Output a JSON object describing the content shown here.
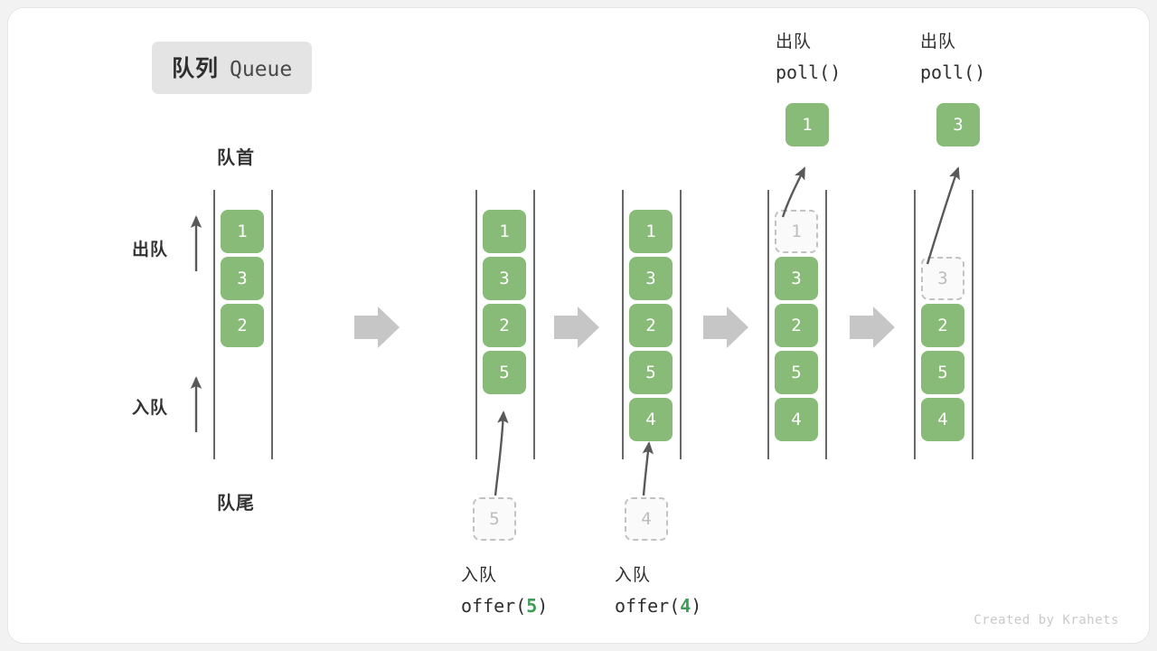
{
  "title": {
    "cn": "队列",
    "en": "Queue"
  },
  "labels": {
    "head": "队首",
    "tail": "队尾",
    "dequeue_side": "出队",
    "enqueue_side": "入队"
  },
  "colors": {
    "cell_green": "#88bb77",
    "ghost_border": "#c2c2c2",
    "ghost_text": "#bdbdbd",
    "rail": "#4d4d4d",
    "step_arrow": "#c6c6c6",
    "badge_bg": "#e4e4e4",
    "code_number": "#3f9c54",
    "card_bg": "#ffffff",
    "page_bg": "#f2f2f2"
  },
  "columns": [
    {
      "id": "state-initial",
      "slots": [
        "1",
        "3",
        "2",
        "",
        ""
      ],
      "ghost_index": -1,
      "empty_leading": 0
    },
    {
      "id": "state-after-offer-5",
      "slots": [
        "1",
        "3",
        "2",
        "5",
        ""
      ],
      "ghost_index": -1,
      "empty_leading": 0
    },
    {
      "id": "state-after-offer-4",
      "slots": [
        "1",
        "3",
        "2",
        "5",
        "4"
      ],
      "ghost_index": -1,
      "empty_leading": 0
    },
    {
      "id": "state-after-poll-1",
      "slots": [
        "1",
        "3",
        "2",
        "5",
        "4"
      ],
      "ghost_index": 0,
      "empty_leading": 0
    },
    {
      "id": "state-after-poll-3",
      "slots": [
        "",
        "3",
        "2",
        "5",
        "4"
      ],
      "ghost_index": 1,
      "empty_leading": 1
    }
  ],
  "operations": [
    {
      "id": "offer-5",
      "kind": "enqueue",
      "cn": "入队",
      "code_prefix": "offer(",
      "code_value": "5",
      "code_suffix": ")",
      "incoming_value": "5"
    },
    {
      "id": "offer-4",
      "kind": "enqueue",
      "cn": "入队",
      "code_prefix": "offer(",
      "code_value": "4",
      "code_suffix": ")",
      "incoming_value": "4"
    },
    {
      "id": "poll-1",
      "kind": "dequeue",
      "cn": "出队",
      "code_prefix": "poll(",
      "code_value": "",
      "code_suffix": ")",
      "outgoing_value": "1"
    },
    {
      "id": "poll-3",
      "kind": "dequeue",
      "cn": "出队",
      "code_prefix": "poll(",
      "code_value": "",
      "code_suffix": ")",
      "outgoing_value": "3"
    }
  ],
  "watermark": "Created by Krahets"
}
